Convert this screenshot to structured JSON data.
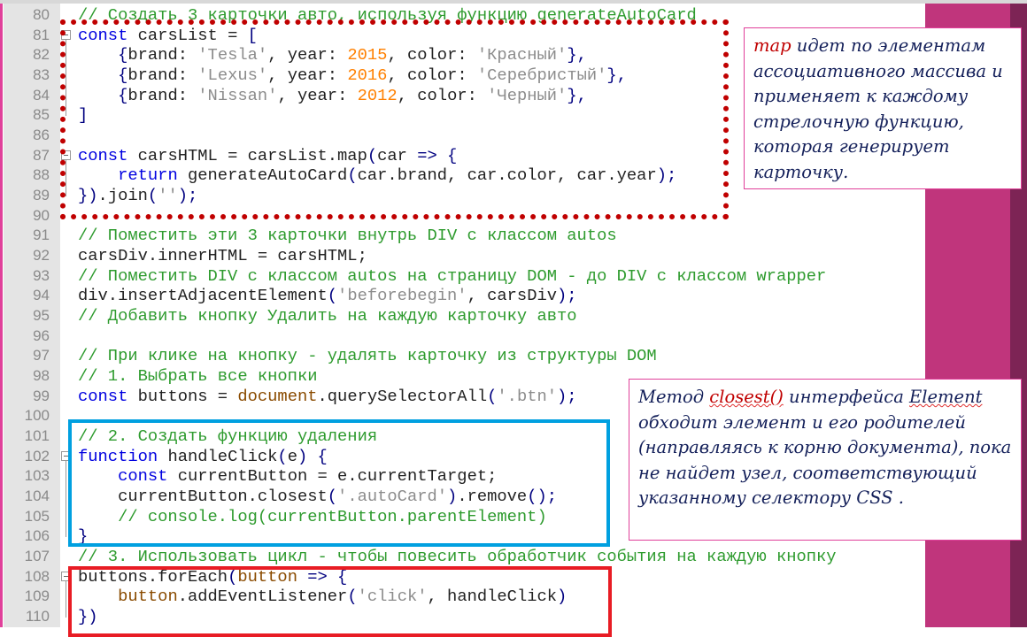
{
  "editor": {
    "lines": [
      {
        "n": "80",
        "t": [
          [
            "// Создать 3 карточки авто, используя функцию generateAutoCard",
            "cm"
          ]
        ]
      },
      {
        "n": "81",
        "t": [
          [
            "const",
            "kw"
          ],
          [
            " carsList = ",
            ""
          ],
          [
            "[",
            "op"
          ]
        ]
      },
      {
        "n": "82",
        "t": [
          [
            "    ",
            ""
          ],
          [
            "{",
            "op"
          ],
          [
            "brand: ",
            ""
          ],
          [
            "'Tesla'",
            "str"
          ],
          [
            ", year: ",
            ""
          ],
          [
            "2015",
            "num"
          ],
          [
            ", color: ",
            ""
          ],
          [
            "'Красный'",
            "str"
          ],
          [
            "},",
            "op"
          ]
        ]
      },
      {
        "n": "83",
        "t": [
          [
            "    ",
            ""
          ],
          [
            "{",
            "op"
          ],
          [
            "brand: ",
            ""
          ],
          [
            "'Lexus'",
            "str"
          ],
          [
            ", year: ",
            ""
          ],
          [
            "2016",
            "num"
          ],
          [
            ", color: ",
            ""
          ],
          [
            "'Серебристый'",
            "str"
          ],
          [
            "},",
            "op"
          ]
        ]
      },
      {
        "n": "84",
        "t": [
          [
            "    ",
            ""
          ],
          [
            "{",
            "op"
          ],
          [
            "brand: ",
            ""
          ],
          [
            "'Nissan'",
            "str"
          ],
          [
            ", year: ",
            ""
          ],
          [
            "2012",
            "num"
          ],
          [
            ", color: ",
            ""
          ],
          [
            "'Черный'",
            "str"
          ],
          [
            "},",
            "op"
          ]
        ]
      },
      {
        "n": "85",
        "t": [
          [
            "]",
            "op"
          ]
        ]
      },
      {
        "n": "86",
        "t": []
      },
      {
        "n": "87",
        "t": [
          [
            "const",
            "kw"
          ],
          [
            " carsHTML = carsList.map",
            ""
          ],
          [
            "(",
            "op"
          ],
          [
            "car ",
            ""
          ],
          [
            "=> {",
            "op"
          ]
        ]
      },
      {
        "n": "88",
        "t": [
          [
            "    ",
            ""
          ],
          [
            "return",
            "kw"
          ],
          [
            " generateAutoCard",
            ""
          ],
          [
            "(",
            "op"
          ],
          [
            "car.brand, car.color, car.year",
            ""
          ],
          [
            ");",
            "op"
          ]
        ]
      },
      {
        "n": "89",
        "t": [
          [
            "})",
            "op"
          ],
          [
            ".join",
            ""
          ],
          [
            "(",
            "op"
          ],
          [
            "''",
            "str"
          ],
          [
            ");",
            "op"
          ]
        ]
      },
      {
        "n": "90",
        "t": []
      },
      {
        "n": "91",
        "t": [
          [
            "// Поместить эти 3 карточки внутрь DIV с классом autos",
            "cm"
          ]
        ]
      },
      {
        "n": "92",
        "t": [
          [
            "carsDiv.innerHTML = carsHTML;",
            ""
          ]
        ]
      },
      {
        "n": "93",
        "t": [
          [
            "// Поместить DIV с классом autos на страницу DOM - до DIV с классом wrapper",
            "cm"
          ]
        ]
      },
      {
        "n": "94",
        "t": [
          [
            "div.insertAdjacentElement",
            ""
          ],
          [
            "(",
            "op"
          ],
          [
            "'beforebegin'",
            "str"
          ],
          [
            ", carsDiv",
            ""
          ],
          [
            ");",
            "op"
          ]
        ]
      },
      {
        "n": "95",
        "t": [
          [
            "// Добавить кнопку Удалить на каждую карточку авто",
            "cm"
          ]
        ]
      },
      {
        "n": "96",
        "t": []
      },
      {
        "n": "97",
        "t": [
          [
            "// При клике на кнопку - удалять карточку из структуры DOM",
            "cm"
          ]
        ]
      },
      {
        "n": "98",
        "t": [
          [
            "// 1. Выбрать все кнопки",
            "cm"
          ]
        ]
      },
      {
        "n": "99",
        "t": [
          [
            "const",
            "kw"
          ],
          [
            " buttons = ",
            ""
          ],
          [
            "document",
            "obj"
          ],
          [
            ".querySelectorAll",
            ""
          ],
          [
            "(",
            "op"
          ],
          [
            "'.btn'",
            "str"
          ],
          [
            ");",
            "op"
          ]
        ]
      },
      {
        "n": "100",
        "t": []
      },
      {
        "n": "101",
        "t": [
          [
            "// 2. Создать функцию удаления",
            "cm"
          ]
        ]
      },
      {
        "n": "102",
        "t": [
          [
            "function",
            "kw"
          ],
          [
            " handleClick",
            ""
          ],
          [
            "(",
            "op"
          ],
          [
            "e",
            ""
          ],
          [
            ") {",
            "op"
          ]
        ]
      },
      {
        "n": "103",
        "t": [
          [
            "    ",
            ""
          ],
          [
            "const",
            "kw"
          ],
          [
            " currentButton = e.currentTarget;",
            ""
          ]
        ]
      },
      {
        "n": "104",
        "t": [
          [
            "    currentButton.closest",
            ""
          ],
          [
            "(",
            "op"
          ],
          [
            "'.autoCard'",
            "str"
          ],
          [
            ")",
            "op"
          ],
          [
            ".remove",
            ""
          ],
          [
            "();",
            "op"
          ]
        ]
      },
      {
        "n": "105",
        "t": [
          [
            "    // console.log(currentButton.parentElement)",
            "cm"
          ]
        ]
      },
      {
        "n": "106",
        "t": [
          [
            "}",
            "op"
          ]
        ]
      },
      {
        "n": "107",
        "t": [
          [
            "// 3. Использовать цикл - чтобы повесить обработчик события на каждую кнопку",
            "cm"
          ]
        ]
      },
      {
        "n": "108",
        "t": [
          [
            "buttons.forEach",
            ""
          ],
          [
            "(",
            "op"
          ],
          [
            "button",
            "obj"
          ],
          [
            " => {",
            "op"
          ]
        ]
      },
      {
        "n": "109",
        "t": [
          [
            "    ",
            ""
          ],
          [
            "button",
            "obj"
          ],
          [
            ".addEventListener",
            ""
          ],
          [
            "(",
            "op"
          ],
          [
            "'click'",
            "str"
          ],
          [
            ", handleClick",
            ""
          ],
          [
            ")",
            "op"
          ]
        ]
      },
      {
        "n": "110",
        "t": [
          [
            "})",
            "op"
          ]
        ]
      }
    ]
  },
  "notes": {
    "map": {
      "keyword": "map",
      "text": " идет по элементам ассоциативного массива и применяет к каждому стрелочную функцию, которая генерирует карточку."
    },
    "closest": {
      "pre": "Метод ",
      "keyword": "closest()",
      "mid": " интерфейса ",
      "element": "Element",
      "post": " обходит элемент и его родителей (направляясь к корню документа), пока не найдет узел, соответствующий указанному селектору CSS ."
    }
  },
  "colors": {
    "accent_band": "#c0357c",
    "dotted_box": "#c00000",
    "blue_box": "#00a0e0",
    "red_box": "#e81c24"
  }
}
